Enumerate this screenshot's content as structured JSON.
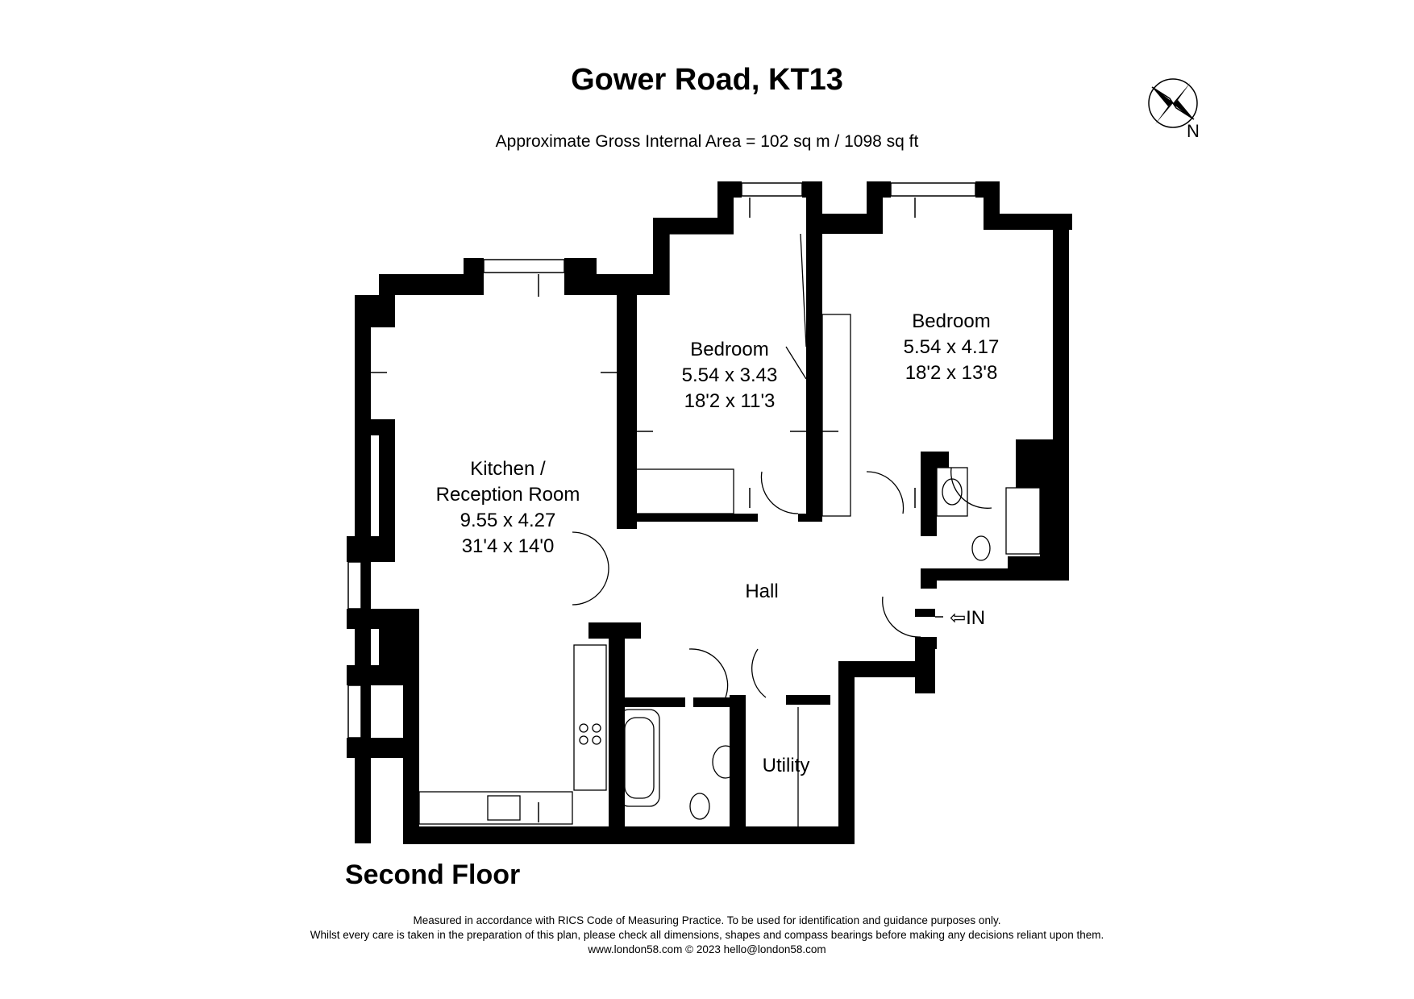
{
  "title": "Gower Road, KT13",
  "subtitle": "Approximate Gross Internal Area = 102 sq m / 1098 sq ft",
  "compass": {
    "icon": "compass-rose-icon",
    "north_label": "N"
  },
  "rooms": {
    "kitchen": {
      "name_line1": "Kitchen /",
      "name_line2": "Reception Room",
      "metric": "9.55 x 4.27",
      "imperial": "31'4 x 14'0"
    },
    "bedroom1": {
      "name": "Bedroom",
      "metric": "5.54 x 3.43",
      "imperial": "18'2 x 11'3"
    },
    "bedroom2": {
      "name": "Bedroom",
      "metric": "5.54 x 4.17",
      "imperial": "18'2 x 13'8"
    },
    "hall": {
      "name": "Hall"
    },
    "utility": {
      "name": "Utility"
    }
  },
  "entrance": {
    "label": "IN"
  },
  "floor_name": "Second Floor",
  "disclaimer": {
    "line1": "Measured in accordance with RICS Code of Measuring Practice. To be used for identification and guidance purposes only.",
    "line2": "Whilst every care is taken in the preparation of this plan, please check all dimensions, shapes and compass bearings before making any decisions reliant upon them.",
    "line3": "www.london58.com © 2023 hello@london58.com"
  },
  "colors": {
    "wall": "#000000",
    "background": "#ffffff",
    "fixture_line": "#000000"
  }
}
